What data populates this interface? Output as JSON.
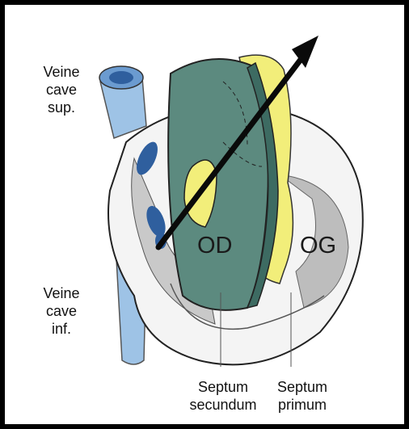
{
  "labels": {
    "svc_line1": "Veine",
    "svc_line2": "cave",
    "svc_line3": "sup.",
    "ivc_line1": "Veine",
    "ivc_line2": "cave",
    "ivc_line3": "inf.",
    "od": "OD",
    "og": "OG",
    "septum_secundum_line1": "Septum",
    "septum_secundum_line2": "secundum",
    "septum_primum_line1": "Septum",
    "septum_primum_line2": "primum"
  },
  "colors": {
    "septum_secundum_green": "#5c8a7f",
    "septum_primum_yellow": "#f2ee7a",
    "vein_blue": "#9ec3e6",
    "vein_dark_blue": "#2f5f9e",
    "arrow": "#0a0a0a"
  }
}
